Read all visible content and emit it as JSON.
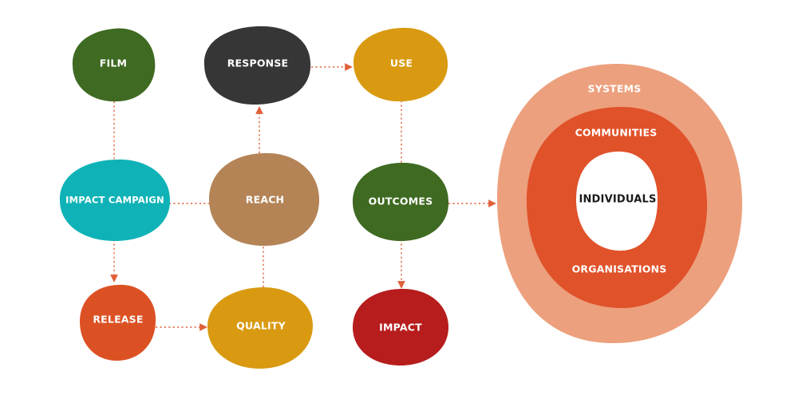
{
  "nodes": {
    "film": "FILM",
    "response": "RESPONSE",
    "use": "USE",
    "impact_campaign": "IMPACT CAMPAIGN",
    "reach": "REACH",
    "outcomes": "OUTCOMES",
    "release": "RELEASE",
    "quality": "QUALITY",
    "impact": "IMPACT"
  },
  "rings": {
    "systems": "SYSTEMS",
    "communities": "COMMUNITIES",
    "individuals": "INDIVIDUALS",
    "organisations": "ORGANISATIONS"
  },
  "colors": {
    "green": "#3f6a22",
    "black": "#363636",
    "gold": "#d99a12",
    "teal": "#0fb3b7",
    "brown": "#b48457",
    "orange": "#dc5124",
    "red": "#b71d1d",
    "ring_outer": "#eca07d",
    "ring_inner": "#e0522a",
    "connector": "#e0603a"
  }
}
